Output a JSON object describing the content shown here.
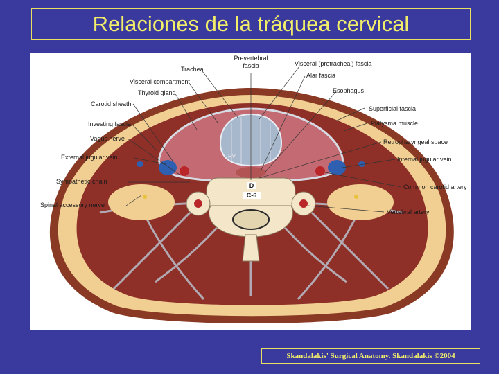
{
  "slide": {
    "title": "Relaciones de la tráquea cervical",
    "credit": "Skandalakis' Surgical Anatomy. Skandalakis ©2004"
  },
  "diagram": {
    "labels": {
      "prevertebral_fascia_1": "Prevertebral",
      "prevertebral_fascia_2": "fascia",
      "trachea": "Trachea",
      "visceral_compartment": "Visceral compartment",
      "thyroid_gland": "Thyroid gland",
      "carotid_sheath": "Carotid sheath",
      "investing_fascia": "Investing fascia",
      "vagus_nerve": "Vagus nerve",
      "external_jugular_vein": "External jugular vein",
      "sympathetic_chain": "Sympathetic chain",
      "spinal_accessory_nerve": "Spinal accessory nerve",
      "visceral_pretracheal_fascia": "Visceral (pretracheal) fascia",
      "alar_fascia": "Alar fascia",
      "esophagus": "Esophagus",
      "superficial_fascia": "Superficial fascia",
      "platysma_muscle": "Platysma muscle",
      "retropharyngeal_space": "Retropharyngeal space",
      "internal_jugular_vein": "Internal jugular vein",
      "common_carotid_artery": "Common carotid artery",
      "vertebral_artery": "Vertebral artery"
    },
    "inner_marks": {
      "rv": "RV",
      "d": "D",
      "c6": "C-6"
    }
  },
  "colors": {
    "background": "#3a3a9e",
    "title": "#f2ee6a",
    "skin": "#8a3a24",
    "fat": "#f1cf93",
    "muscle": "#8e2f28",
    "thyroid": "#c46a72",
    "trachea": "#a8b8cc",
    "bone": "#f4e6c8",
    "vein": "#2f5fb0",
    "artery": "#b8262a"
  }
}
